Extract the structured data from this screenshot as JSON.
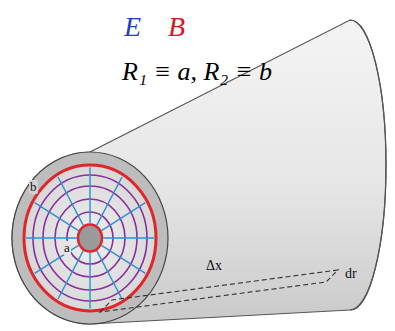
{
  "diagram": {
    "labels": [
      "E",
      "B",
      "R₁ ≡ a, R₂ ≡ b",
      "b",
      "a",
      "Δx",
      "dr"
    ]
  }
}
